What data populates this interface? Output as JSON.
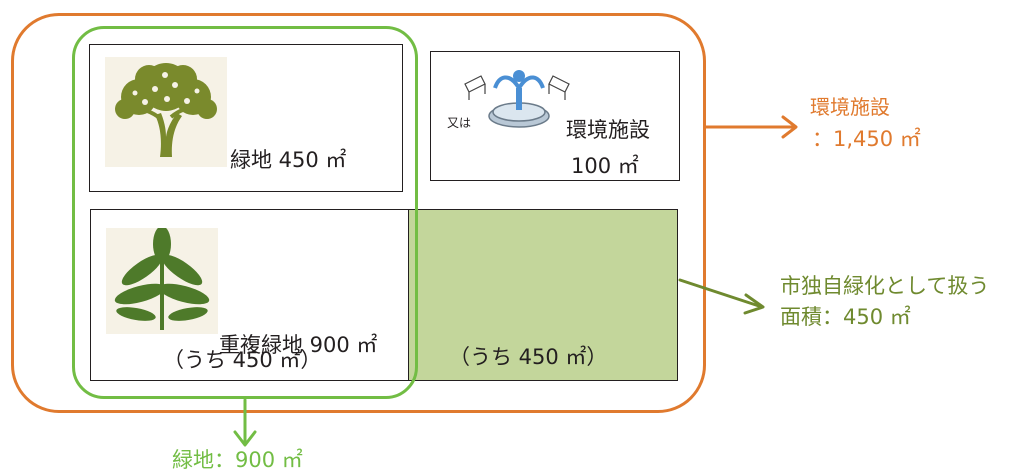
{
  "boxes": {
    "greenery": {
      "label": "緑地 450 ㎡"
    },
    "facility": {
      "icon_note": "又は",
      "label": "環境施設",
      "area": "100 ㎡"
    },
    "overlap": {
      "label": "重複緑地 900 ㎡",
      "sub": "（うち 450 ㎡）"
    },
    "city_part": {
      "sub": "（うち 450 ㎡）"
    }
  },
  "annotations": {
    "total": {
      "line1": "環境施設",
      "line2": "：1,450 ㎡",
      "color": "#e07a2e"
    },
    "city": {
      "line1": "市独自緑化として扱う",
      "line2": "面積：450 ㎡",
      "color": "#6f8a2f"
    },
    "green_total": {
      "label": "緑地：900 ㎡",
      "color": "#72bd44"
    }
  },
  "icons": {
    "tree": "tree-icon",
    "fountain": "fountain-with-benches-icon",
    "leaf": "leaf-icon"
  },
  "colors": {
    "outer_border": "#e07a2e",
    "green_ring": "#72bd44",
    "city_fill": "#c3d69b",
    "city_arrow": "#6f8a2f"
  }
}
